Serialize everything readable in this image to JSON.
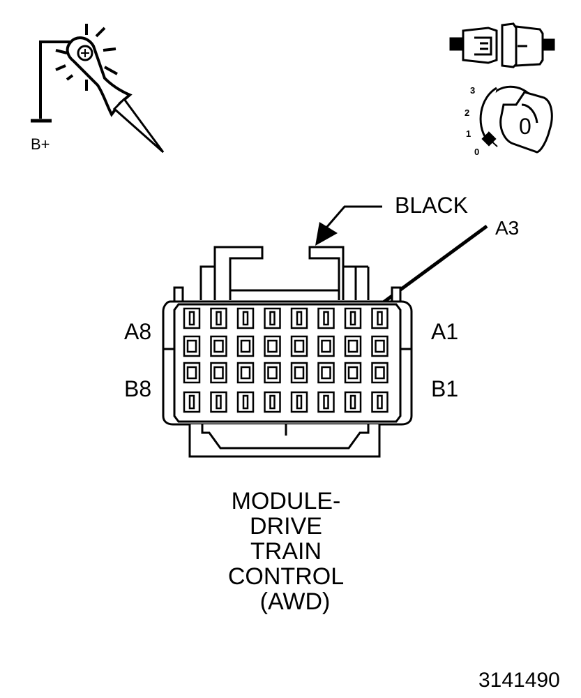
{
  "probe": {
    "supply_label": "B+"
  },
  "key_switch": {
    "positions": [
      "3",
      "2",
      "1",
      "0"
    ],
    "key_label": "0"
  },
  "connector": {
    "color_label": "BLACK",
    "pin_callout": "A3",
    "row_labels": {
      "a_start": "A1",
      "a_end": "A8",
      "b_start": "B1",
      "b_end": "B8"
    }
  },
  "caption": {
    "line1": "MODULE-",
    "line2": "DRIVE",
    "line3": "TRAIN",
    "line4": "CONTROL",
    "line5": "(AWD)"
  },
  "figure_number": "3141490"
}
